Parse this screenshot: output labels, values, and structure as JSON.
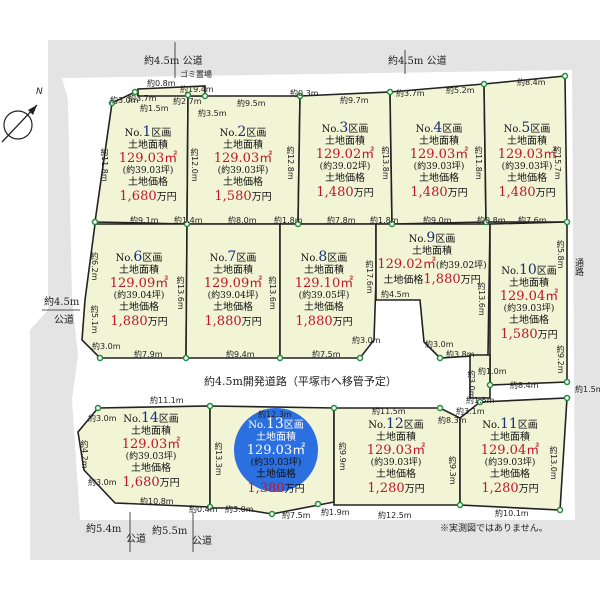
{
  "lots": [
    {
      "id": "1",
      "no_prefix": "No.",
      "number": "1",
      "section": "区画",
      "area_label": "土地面積",
      "area": "129.03",
      "area_unit": "㎡",
      "tsubo": "(約39.03坪)",
      "price_label": "土地価格",
      "price": "1,680",
      "price_unit": "万円"
    },
    {
      "id": "2",
      "no_prefix": "No.",
      "number": "2",
      "section": "区画",
      "area_label": "土地面積",
      "area": "129.03",
      "area_unit": "㎡",
      "tsubo": "(約39.03坪)",
      "price_label": "土地価格",
      "price": "1,580",
      "price_unit": "万円"
    },
    {
      "id": "3",
      "no_prefix": "No.",
      "number": "3",
      "section": "区画",
      "area_label": "土地面積",
      "area": "129.02",
      "area_unit": "㎡",
      "tsubo": "(約39.02坪)",
      "price_label": "土地価格",
      "price": "1,480",
      "price_unit": "万円"
    },
    {
      "id": "4",
      "no_prefix": "No.",
      "number": "4",
      "section": "区画",
      "area_label": "土地面積",
      "area": "129.03",
      "area_unit": "㎡",
      "tsubo": "(約39.03坪)",
      "price_label": "土地価格",
      "price": "1,480",
      "price_unit": "万円"
    },
    {
      "id": "5",
      "no_prefix": "No.",
      "number": "5",
      "section": "区画",
      "area_label": "土地面積",
      "area": "129.03",
      "area_unit": "㎡",
      "tsubo": "(約39.03坪)",
      "price_label": "土地価格",
      "price": "1,480",
      "price_unit": "万円"
    },
    {
      "id": "6",
      "no_prefix": "No.",
      "number": "6",
      "section": "区画",
      "area_label": "土地面積",
      "area": "129.09",
      "area_unit": "㎡",
      "tsubo": "(約39.04坪)",
      "price_label": "土地価格",
      "price": "1,880",
      "price_unit": "万円"
    },
    {
      "id": "7",
      "no_prefix": "No.",
      "number": "7",
      "section": "区画",
      "area_label": "土地面積",
      "area": "129.09",
      "area_unit": "㎡",
      "tsubo": "(約39.04坪)",
      "price_label": "土地価格",
      "price": "1,880",
      "price_unit": "万円"
    },
    {
      "id": "8",
      "no_prefix": "No.",
      "number": "8",
      "section": "区画",
      "area_label": "土地面積",
      "area": "129.10",
      "area_unit": "㎡",
      "tsubo": "(約39.05坪)",
      "price_label": "土地価格",
      "price": "1,880",
      "price_unit": "万円"
    },
    {
      "id": "9",
      "no_prefix": "No.",
      "number": "9",
      "section": "区画",
      "area_label": "土地面積",
      "area": "129.02",
      "area_unit": "㎡",
      "tsubo": "(約39.02坪)",
      "price_label": "土地価格",
      "price": "1,880",
      "price_unit": "万円"
    },
    {
      "id": "10",
      "no_prefix": "No.",
      "number": "10",
      "section": "区画",
      "area_label": "土地面積",
      "area": "129.04",
      "area_unit": "㎡",
      "tsubo": "(約39.03坪)",
      "price_label": "土地価格",
      "price": "1,580",
      "price_unit": "万円"
    },
    {
      "id": "11",
      "no_prefix": "No.",
      "number": "11",
      "section": "区画",
      "area_label": "土地面積",
      "area": "129.04",
      "area_unit": "㎡",
      "tsubo": "(約39.03坪)",
      "price_label": "土地価格",
      "price": "1,280",
      "price_unit": "万円"
    },
    {
      "id": "12",
      "no_prefix": "No.",
      "number": "12",
      "section": "区画",
      "area_label": "土地面積",
      "area": "129.03",
      "area_unit": "㎡",
      "tsubo": "(約39.03坪)",
      "price_label": "土地価格",
      "price": "1,280",
      "price_unit": "万円"
    },
    {
      "id": "13",
      "no_prefix": "No.",
      "number": "13",
      "section": "区画",
      "area_label": "土地面積",
      "area": "129.03",
      "area_unit": "㎡",
      "tsubo": "(約39.03坪)",
      "price_label": "土地価格",
      "price": "1,380",
      "price_unit": "万円"
    },
    {
      "id": "14",
      "no_prefix": "No.",
      "number": "14",
      "section": "区画",
      "area_label": "土地面積",
      "area": "129.03",
      "area_unit": "㎡",
      "tsubo": "(約39.03坪)",
      "price_label": "土地価格",
      "price": "1,680",
      "price_unit": "万円"
    }
  ],
  "roads": {
    "top_public": "約4.5m 公道",
    "top_public_right": "約4.5m 公道",
    "garbage": "ゴミ置場",
    "left_width": "約4.5m",
    "left_public": "公道",
    "development_road": "約4.5m開発道路（平塚市へ移管予定）",
    "right_road": "通路",
    "bottom_left_width": "約5.4m",
    "bottom_public1": "公道",
    "bottom_right_width": "約5.5m",
    "bottom_public2": "公道"
  },
  "dimensions": {
    "d1": "約0.8m",
    "d2": "約19.4m",
    "d3": "約2.7m",
    "d4": "約3.5m",
    "d5": "約3.0m",
    "d6": "約3.7m",
    "d7": "約1.5m",
    "d8": "約9.5m",
    "d9": "約0.3m",
    "d10": "約9.7m",
    "d11": "約3.7m",
    "d12": "約5.2m",
    "d13": "約8.4m",
    "d14": "約11.8m",
    "d15": "約12.0m",
    "d16": "約12.8m",
    "d17": "約13.8m",
    "d18": "約11.8m",
    "d19": "約15.7m",
    "d20": "約9.1m",
    "d21": "約1.4m",
    "d22": "約8.0m",
    "d23": "約1.8m",
    "d24": "約7.8m",
    "d25": "約1.8m",
    "d26": "約9.0m",
    "d27": "約0.8m",
    "d28": "約7.6m",
    "d29": "約6.2m",
    "d30": "約13.6m",
    "d31": "約13.6m",
    "d32": "約17.6m",
    "d33": "約4.5m",
    "d34": "約13.6m",
    "d35": "約5.8m",
    "d36": "約5.1m",
    "d37": "約3.0m",
    "d38": "約7.9m",
    "d39": "約9.4m",
    "d40": "約7.5m",
    "d41": "約3.0m",
    "d42": "約3.0m",
    "d43": "約3.8m",
    "d44": "約3.0m",
    "d45": "約1.0m",
    "d46": "約8.4m",
    "d47": "約9.2m",
    "d48": "約11.1m",
    "d49": "約12.3m",
    "d50": "約11.5m",
    "d51": "約1.5m",
    "d52": "約3.1m",
    "d53": "約3.0m",
    "d54": "約8.3m",
    "d55": "約13.3m",
    "d56": "約9.9m",
    "d57": "約9.3m",
    "d58": "約13.0m",
    "d59": "約1.5m",
    "d60": "約3.0m",
    "d61": "約10.8m",
    "d62": "約0.4m",
    "d63": "約3.0m",
    "d64": "約7.5m",
    "d65": "約1.9m",
    "d66": "約12.5m",
    "d67": "約10.1m",
    "d68": "約4.2m"
  },
  "compass": {
    "label": "N"
  },
  "note": "※実測図ではありません。",
  "colors": {
    "lot_fill": "#f1f5d6",
    "price_red": "#c0152b",
    "number_blue": "#1c2f7a",
    "highlight": "#2c6fe0",
    "vertex_green": "#1f8a3a"
  }
}
